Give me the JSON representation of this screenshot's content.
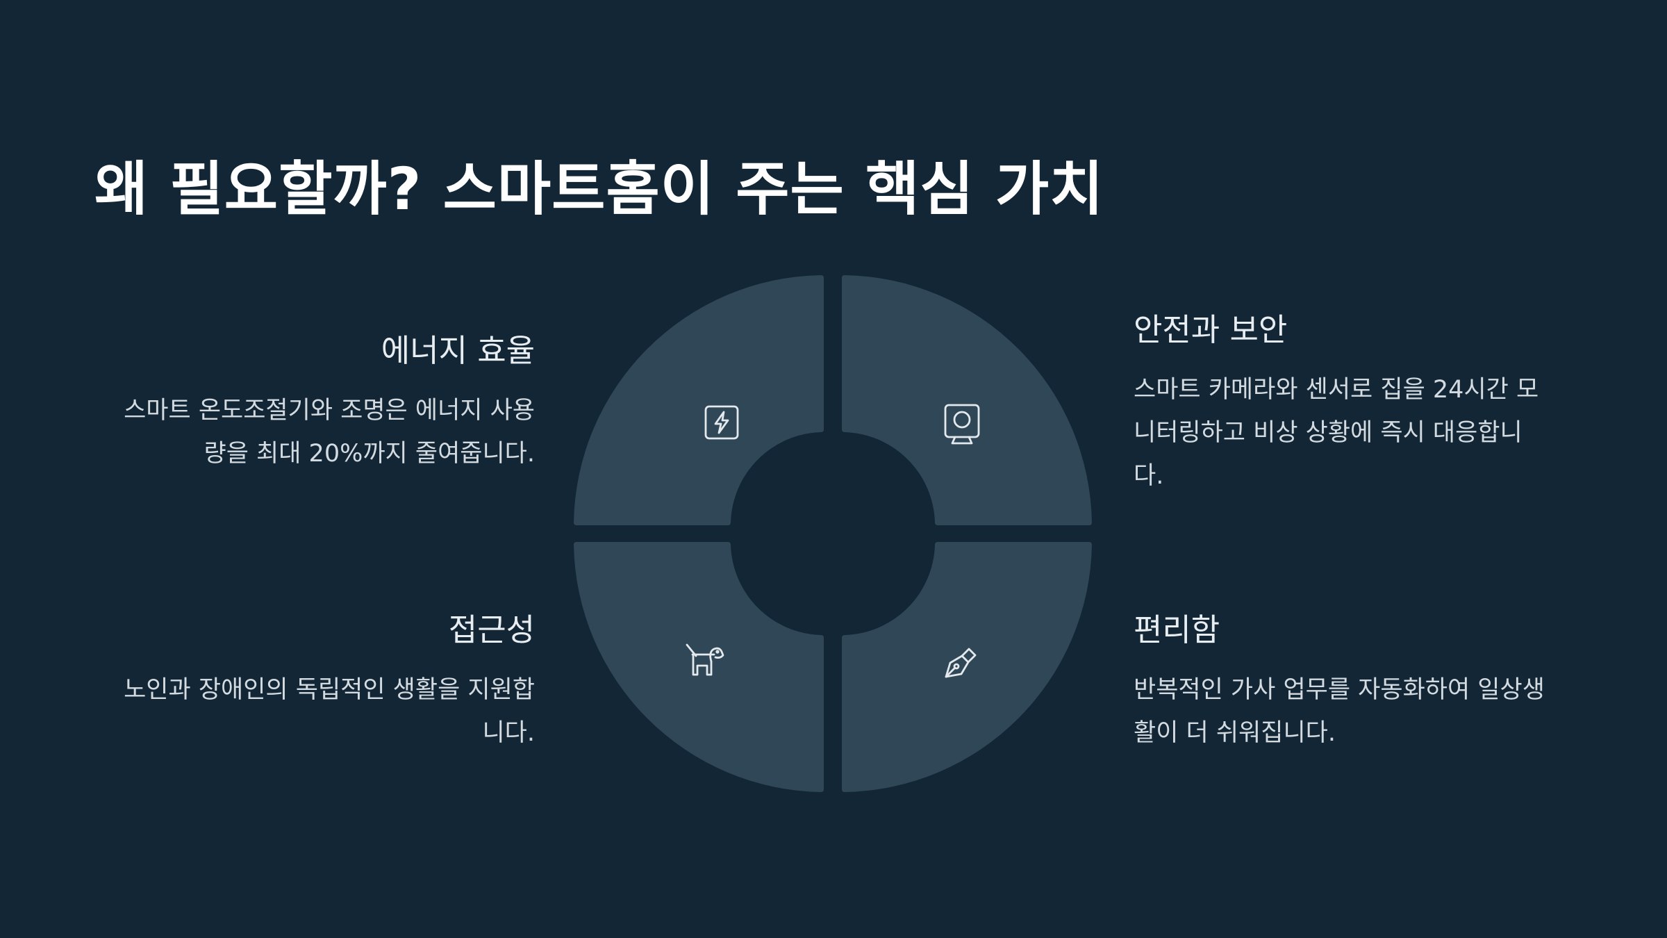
{
  "title": "왜 필요할까? 스마트홈이 주는 핵심 가치",
  "sections": {
    "energy": {
      "heading": "에너지 효율",
      "line1": "스마트 온도조절기와 조명은 에너지 사용",
      "line2": "량을 최대 20%까지 줄여줍니다.",
      "icon": "lightning-icon"
    },
    "safety": {
      "heading": "안전과 보안",
      "line1": "스마트 카메라와 센서로 집을 24시간 모",
      "line2": "니터링하고 비상 상황에 즉시 대응합니",
      "line3": "다.",
      "icon": "webcam-icon"
    },
    "accessibility": {
      "heading": "접근성",
      "line1": "노인과 장애인의 독립적인 생활을 지원합",
      "line2": "니다.",
      "icon": "guide-dog-icon"
    },
    "convenience": {
      "heading": "편리함",
      "line1": "반복적인 가사 업무를 자동화하여 일상생",
      "line2": "활이 더 쉬워집니다.",
      "icon": "pen-nib-icon"
    }
  },
  "colors": {
    "background": "#122635",
    "segment": "#2F4757",
    "text": "#E5EAEE"
  }
}
